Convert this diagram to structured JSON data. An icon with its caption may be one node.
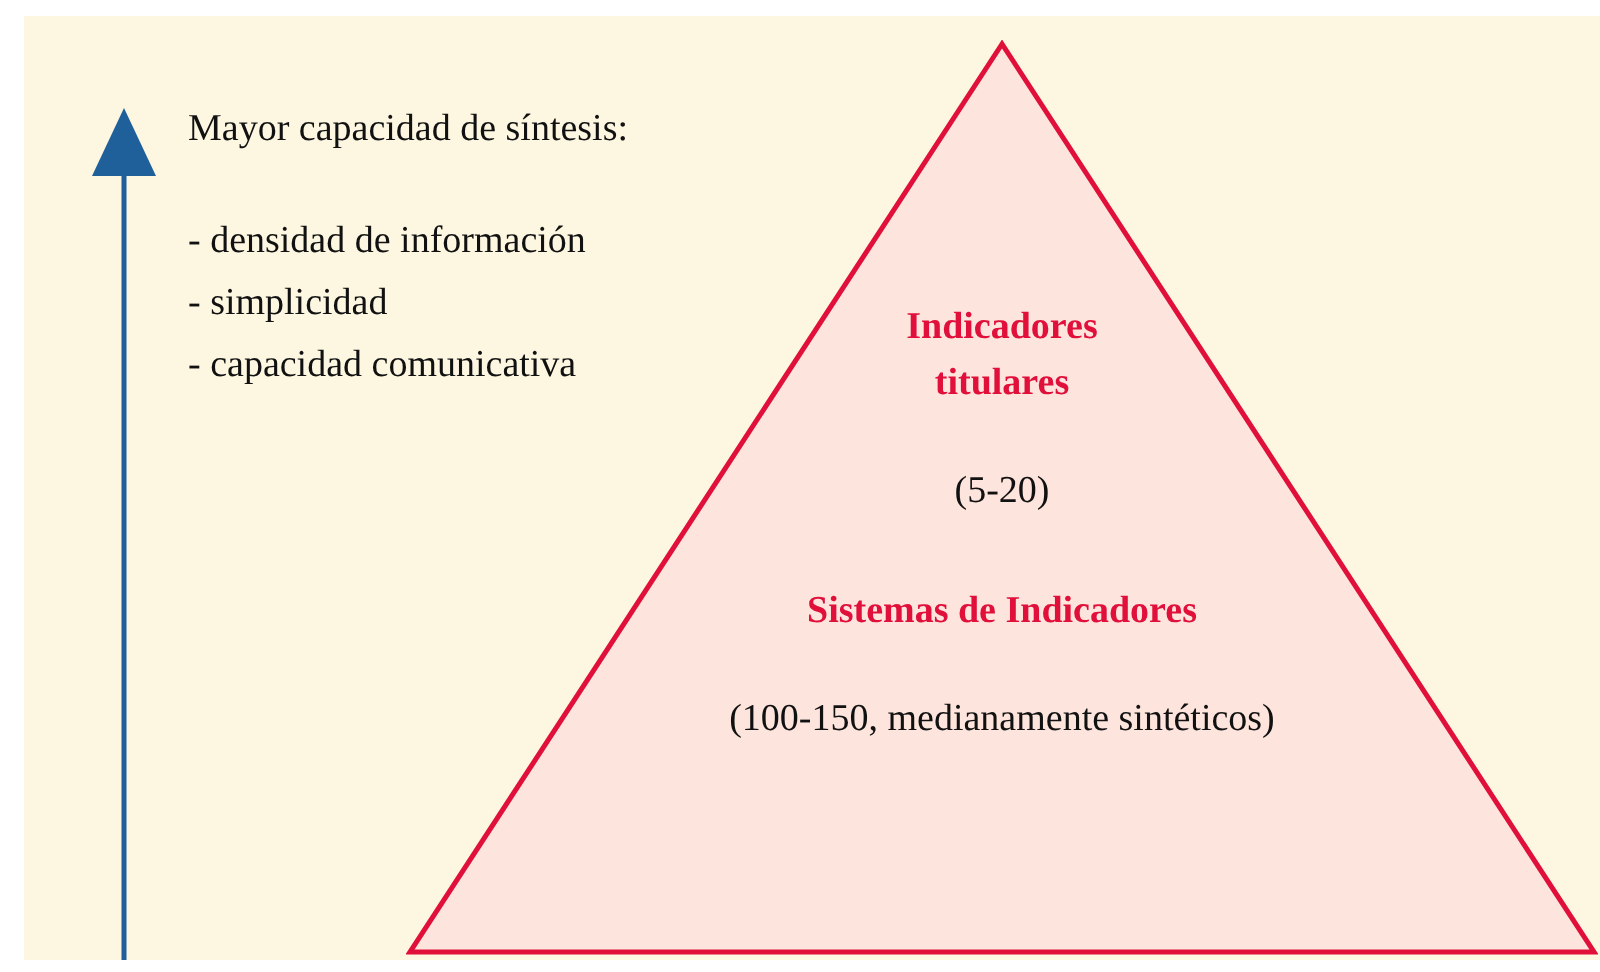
{
  "diagram": {
    "nodes": [
      {
        "text": [
          "Indicadores titulares",
          "(5-20)",
          "Sistemas de Indicadores",
          "(100-150, medianamente sintéticos)"
        ]
      }
    ],
    "labels": [
      "Mayor capacidad de síntesis:",
      "- densidad de información",
      "- simplicidad",
      "- capacidad comunicativa"
    ]
  }
}
